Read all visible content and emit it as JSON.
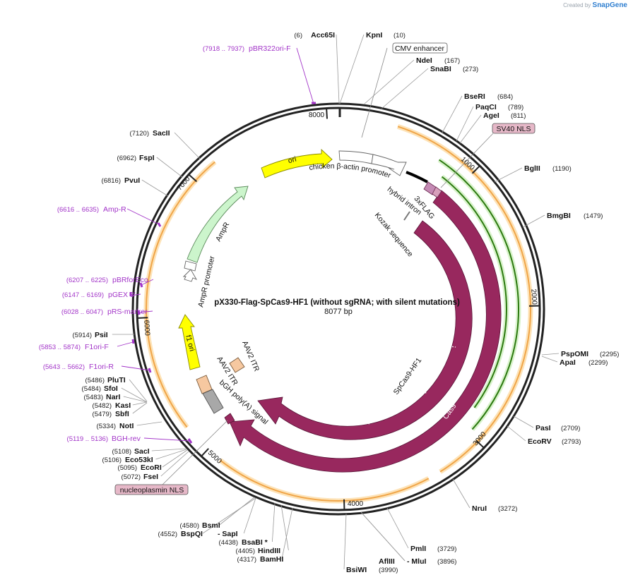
{
  "credit": {
    "created_by": "Created by",
    "brand": "SnapGene"
  },
  "plasmid": {
    "name": "pX330-Flag-SpCas9-HF1 (without sgRNA; with silent mutations)",
    "length_label": "8077 bp"
  },
  "ticks": [
    "1000",
    "2000",
    "3000",
    "4000",
    "5000",
    "6000",
    "7000",
    "8000"
  ],
  "enzymes": [
    {
      "name": "Acc65I",
      "pos": "(6)"
    },
    {
      "name": "KpnI",
      "pos": "(10)"
    },
    {
      "name": "NdeI",
      "pos": "(167)"
    },
    {
      "name": "SnaBI",
      "pos": "(273)"
    },
    {
      "name": "BseRI",
      "pos": "(684)"
    },
    {
      "name": "PaqCI",
      "pos": "(789)"
    },
    {
      "name": "AgeI",
      "pos": "(811)"
    },
    {
      "name": "BglII",
      "pos": "(1190)"
    },
    {
      "name": "BmgBI",
      "pos": "(1479)"
    },
    {
      "name": "PspOMI",
      "pos": "(2295)"
    },
    {
      "name": "ApaI",
      "pos": "(2299)"
    },
    {
      "name": "PasI",
      "pos": "(2709)"
    },
    {
      "name": "EcoRV",
      "pos": "(2793)"
    },
    {
      "name": "NruI",
      "pos": "(3272)"
    },
    {
      "name": "PmlI",
      "pos": "(3729)"
    },
    {
      "name": "AflIII",
      "pos": ""
    },
    {
      "name": "- MluI",
      "pos": "(3896)"
    },
    {
      "name": "BsiWI",
      "pos": "(3990)"
    },
    {
      "name": "BamHI",
      "pos": "(4317)"
    },
    {
      "name": "HindIII",
      "pos": "(4405)"
    },
    {
      "name": "BsaBI *",
      "pos": "(4438)"
    },
    {
      "name": "- SapI",
      "pos": ""
    },
    {
      "name": "BspQI",
      "pos": "(4552)"
    },
    {
      "name": "BsmI",
      "pos": "(4580)"
    },
    {
      "name": "FseI",
      "pos": "(5072)"
    },
    {
      "name": "EcoRI",
      "pos": "(5095)"
    },
    {
      "name": "Eco53kI",
      "pos": "(5106)"
    },
    {
      "name": "SacI",
      "pos": "(5108)"
    },
    {
      "name": "NotI",
      "pos": "(5334)"
    },
    {
      "name": "SbfI",
      "pos": "(5479)"
    },
    {
      "name": "KasI",
      "pos": "(5482)"
    },
    {
      "name": "NarI",
      "pos": "(5483)"
    },
    {
      "name": "SfoI",
      "pos": "(5484)"
    },
    {
      "name": "PluTI",
      "pos": "(5486)"
    },
    {
      "name": "PsiI",
      "pos": "(5914)"
    },
    {
      "name": "PvuI",
      "pos": "(6816)"
    },
    {
      "name": "FspI",
      "pos": "(6962)"
    },
    {
      "name": "SacII",
      "pos": "(7120)"
    }
  ],
  "primers": [
    {
      "name": "pBR322ori-F",
      "range": "(7918 .. 7937)"
    },
    {
      "name": "Amp-R",
      "range": "(6616 .. 6635)"
    },
    {
      "name": "pBRforEco",
      "range": "(6207 .. 6225)"
    },
    {
      "name": "pGEX 3'",
      "range": "(6147 .. 6169)"
    },
    {
      "name": "pRS-marker",
      "range": "(6028 .. 6047)"
    },
    {
      "name": "F1ori-F",
      "range": "(5853 .. 5874)"
    },
    {
      "name": "F1ori-R",
      "range": "(5643 .. 5662)"
    },
    {
      "name": "BGH-rev",
      "range": "(5119 .. 5136)"
    }
  ],
  "boxed_labels": {
    "cmv": "CMV enhancer",
    "sv40": "SV40 NLS",
    "nucleoplasmin": "nucleoplasmin NLS"
  },
  "features": {
    "ori": "ori",
    "cba": "chicken β-actin promoter",
    "hybrid": "hybrid intron",
    "flag": "3xFLAG",
    "kozak": "Kozak sequence",
    "spcas9": "SpCas9-HF1",
    "cas9": "Cas9",
    "ampr": "AmpR",
    "amprpromoter": "AmpR promoter",
    "f1ori": "f1 ori",
    "aav2itr1": "AAV2 ITR",
    "aav2itr2": "AAV2 ITR",
    "bgh": "bGH poly(A) signal"
  },
  "colors": {
    "backbone": "#222222",
    "cas9": "#98285e",
    "ori": "#ffff00",
    "ampr": "#ccf5cc",
    "primer": "#a234c8",
    "orange_band": "#f0a548",
    "green_band": "#6ac94a",
    "nls": "#e6b8c8",
    "itr": "#f6c8a0",
    "bgh": "#a8a8a8"
  }
}
